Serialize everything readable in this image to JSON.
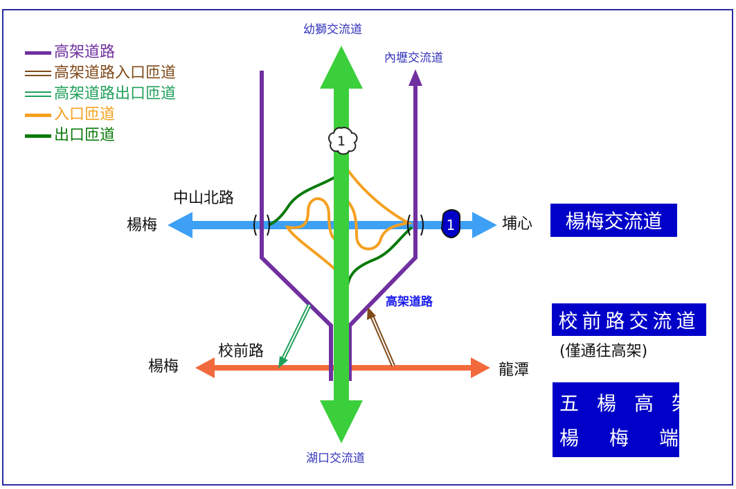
{
  "legend": [
    {
      "label": "高架道路",
      "color": "#7030a0",
      "style": "solid"
    },
    {
      "label": "高架道路入口匝道",
      "color": "#7f4a1a",
      "style": "double"
    },
    {
      "label": "高架道路出口匝道",
      "color": "#1fa05a",
      "style": "double"
    },
    {
      "label": "入口匝道",
      "color": "#f5a020",
      "style": "solid"
    },
    {
      "label": "出口匝道",
      "color": "#0a7a0a",
      "style": "solid"
    }
  ],
  "labels": {
    "north": "幼獅交流道",
    "northeast": "內壢交流道",
    "south": "湖口交流道",
    "road_main": "中山北路",
    "west_main": "楊梅",
    "east_main": "埔心",
    "road_lower": "校前路",
    "west_lower": "楊梅",
    "east_lower": "龍潭",
    "viaduct": "高架道路",
    "shield_freeway": "1",
    "shield_provincial": "1"
  },
  "boxes": {
    "box1": "楊梅交流道",
    "box2": "校前路交流道",
    "note2": "(僅通往高架)",
    "box3_line1": "五楊高架",
    "box3_line2": "楊梅端"
  },
  "colors": {
    "frame": "#2a2aa0",
    "freeway": "#3ccf3c",
    "viaduct": "#7030a0",
    "main_road": "#3da0f5",
    "lower_road": "#f26a3c",
    "entry_ramp": "#f5a020",
    "exit_ramp": "#0a7a0a",
    "box_bg": "#0000c8"
  }
}
